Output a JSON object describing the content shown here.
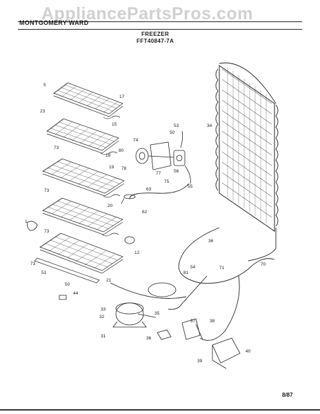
{
  "header": {
    "brand": "MONTGOMERY WARD",
    "section": "FREEZER",
    "model": "FFT40847-7A"
  },
  "watermark": "AppliancePartsPros.com",
  "footer": {
    "date": "8/87"
  },
  "part_labels": [
    "5",
    "17",
    "23",
    "15",
    "73",
    "18",
    "74",
    "80",
    "53",
    "50",
    "34",
    "19",
    "77",
    "78",
    "56",
    "75",
    "73",
    "63",
    "55",
    "62",
    "1",
    "20",
    "73",
    "73",
    "12",
    "36",
    "71",
    "54",
    "70",
    "81",
    "51",
    "50",
    "21",
    "44",
    "33",
    "32",
    "35",
    "37",
    "38",
    "31",
    "36",
    "39",
    "40"
  ]
}
